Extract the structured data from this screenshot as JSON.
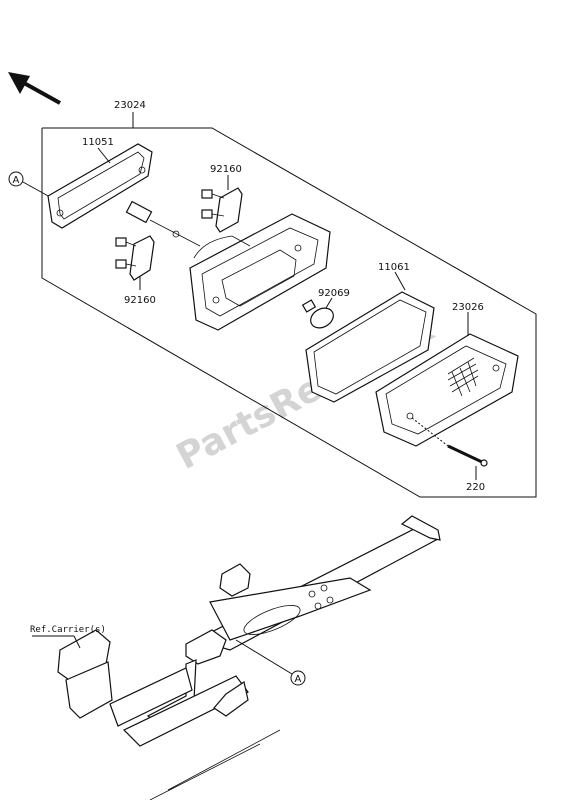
{
  "labels": {
    "p23024": "23024",
    "p11051": "11051",
    "p92160_top": "92160",
    "p92160_bottom": "92160",
    "p92069": "92069",
    "p11061": "11061",
    "p23026": "23026",
    "p220": "220",
    "ref_a_top": "A",
    "ref_a_bottom": "A",
    "ref_carrier": "Ref.Carrier(s)"
  },
  "watermark": "PartsRepublik",
  "icons": {
    "direction": "front-direction-arrow-icon",
    "reference": "circle-a-reference-icon"
  }
}
